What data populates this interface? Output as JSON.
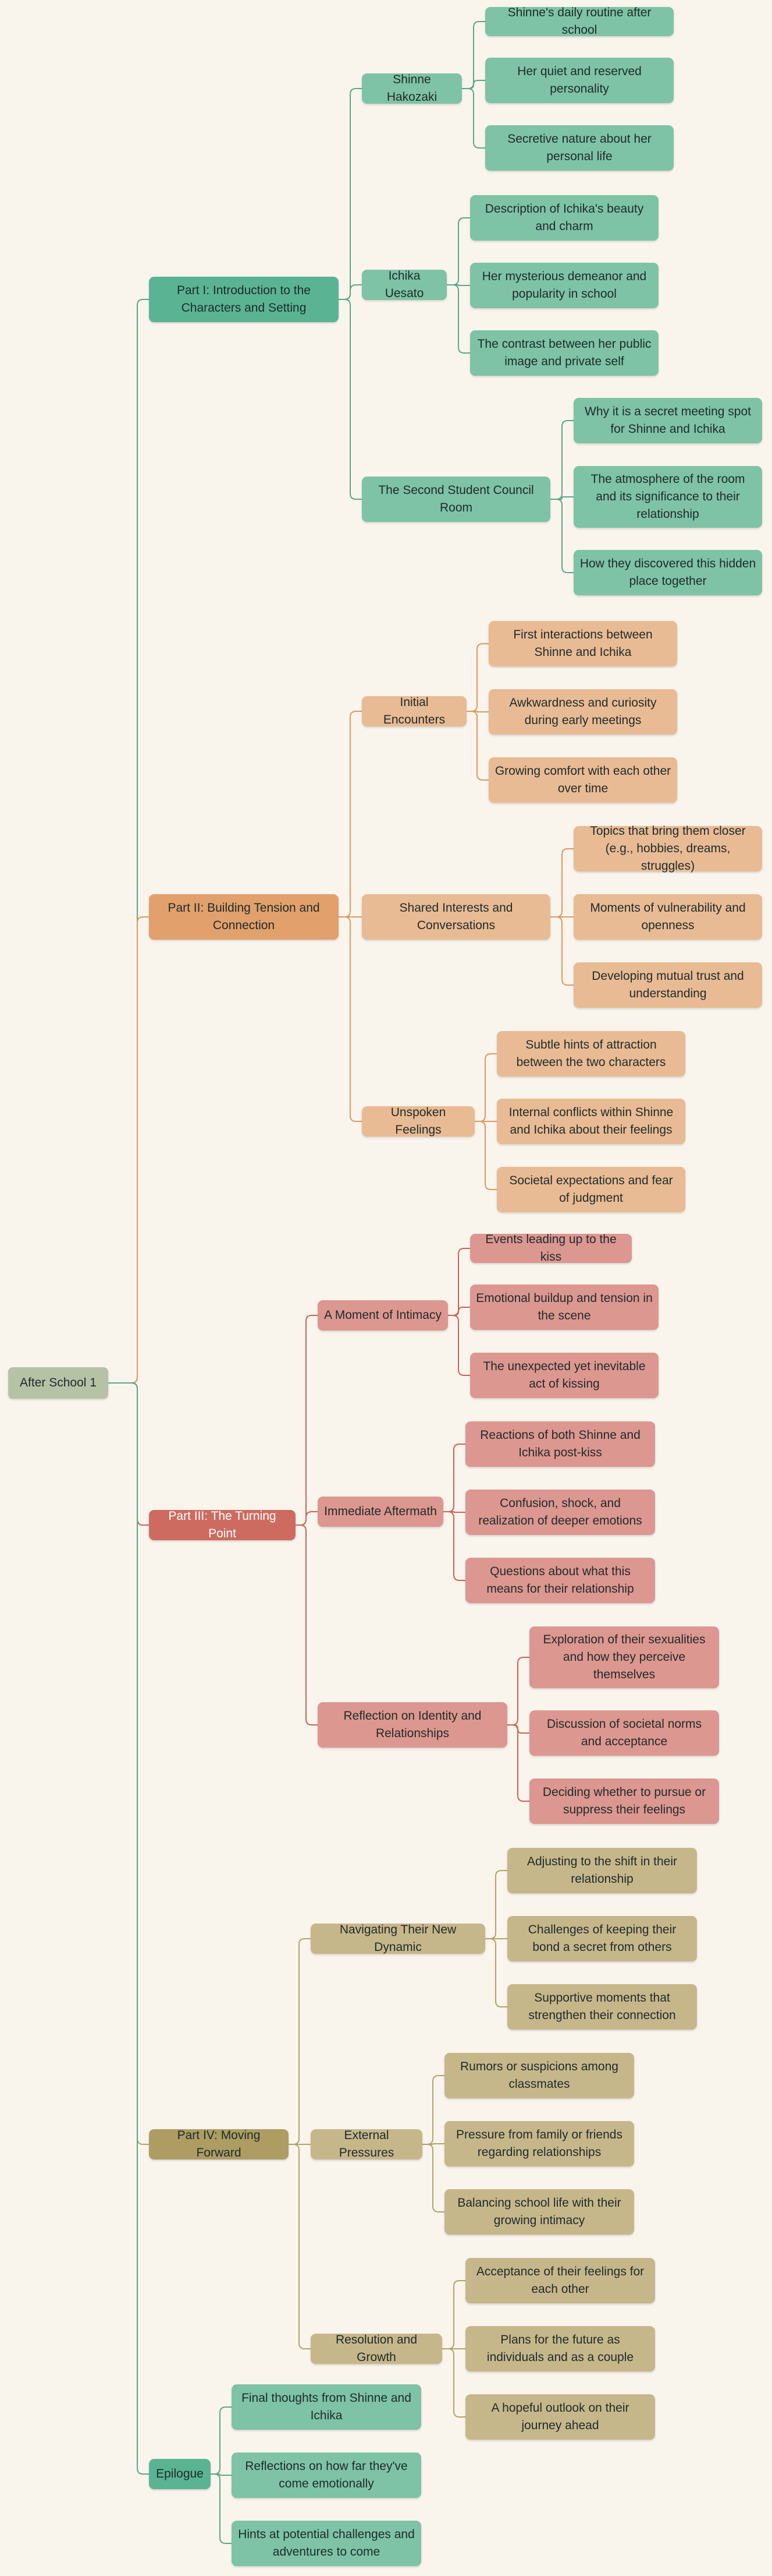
{
  "root": "After School 1",
  "colors": {
    "part1": "#5ab493",
    "part2": "#e1a06c",
    "part3": "#cd6b61",
    "part4": "#ad9d63",
    "epilogue": "#5ab493",
    "line1": "#5aa886",
    "line2": "#d99a62",
    "line3": "#c9625a",
    "line4": "#b3a368",
    "line5": "#5aa886"
  },
  "parts": [
    {
      "label": "Part I: Introduction to the Characters and Setting",
      "topics": [
        {
          "label": "Shinne Hakozaki",
          "items": [
            "Shinne's daily routine after school",
            "Her quiet and reserved personality",
            "Secretive nature about her personal life"
          ]
        },
        {
          "label": "Ichika Uesato",
          "items": [
            "Description of Ichika's beauty and charm",
            "Her mysterious demeanor and popularity in school",
            "The contrast between her public image and private self"
          ]
        },
        {
          "label": "The Second Student Council Room",
          "items": [
            "Why it is a secret meeting spot for Shinne and Ichika",
            "The atmosphere of the room and its significance to their relationship",
            "How they discovered this hidden place together"
          ]
        }
      ]
    },
    {
      "label": "Part II: Building Tension and Connection",
      "topics": [
        {
          "label": "Initial Encounters",
          "items": [
            "First interactions between Shinne and Ichika",
            "Awkwardness and curiosity during early meetings",
            "Growing comfort with each other over time"
          ]
        },
        {
          "label": "Shared Interests and Conversations",
          "items": [
            "Topics that bring them closer (e.g., hobbies, dreams, struggles)",
            "Moments of vulnerability and openness",
            "Developing mutual trust and understanding"
          ]
        },
        {
          "label": "Unspoken Feelings",
          "items": [
            "Subtle hints of attraction between the two characters",
            "Internal conflicts within Shinne and Ichika about their feelings",
            "Societal expectations and fear of judgment"
          ]
        }
      ]
    },
    {
      "label": "Part III: The Turning Point",
      "topics": [
        {
          "label": "A Moment of Intimacy",
          "items": [
            "Events leading up to the kiss",
            "Emotional buildup and tension in the scene",
            "The unexpected yet inevitable act of kissing"
          ]
        },
        {
          "label": "Immediate Aftermath",
          "items": [
            "Reactions of both Shinne and Ichika post-kiss",
            "Confusion, shock, and realization of deeper emotions",
            "Questions about what this means for their relationship"
          ]
        },
        {
          "label": "Reflection on Identity and Relationships",
          "items": [
            "Exploration of their sexualities and how they perceive themselves",
            "Discussion of societal norms and acceptance",
            "Deciding whether to pursue or suppress their feelings"
          ]
        }
      ]
    },
    {
      "label": "Part IV: Moving Forward",
      "topics": [
        {
          "label": "Navigating Their New Dynamic",
          "items": [
            "Adjusting to the shift in their relationship",
            "Challenges of keeping their bond a secret from others",
            "Supportive moments that strengthen their connection"
          ]
        },
        {
          "label": "External Pressures",
          "items": [
            "Rumors or suspicions among classmates",
            "Pressure from family or friends regarding relationships",
            "Balancing school life with their growing intimacy"
          ]
        },
        {
          "label": "Resolution and Growth",
          "items": [
            "Acceptance of their feelings for each other",
            "Plans for the future as individuals and as a couple",
            "A hopeful outlook on their journey ahead"
          ]
        }
      ]
    },
    {
      "label": "Epilogue",
      "items": [
        "Final thoughts from Shinne and Ichika",
        "Reflections on how far they've come emotionally",
        "Hints at potential challenges and adventures to come"
      ]
    }
  ]
}
